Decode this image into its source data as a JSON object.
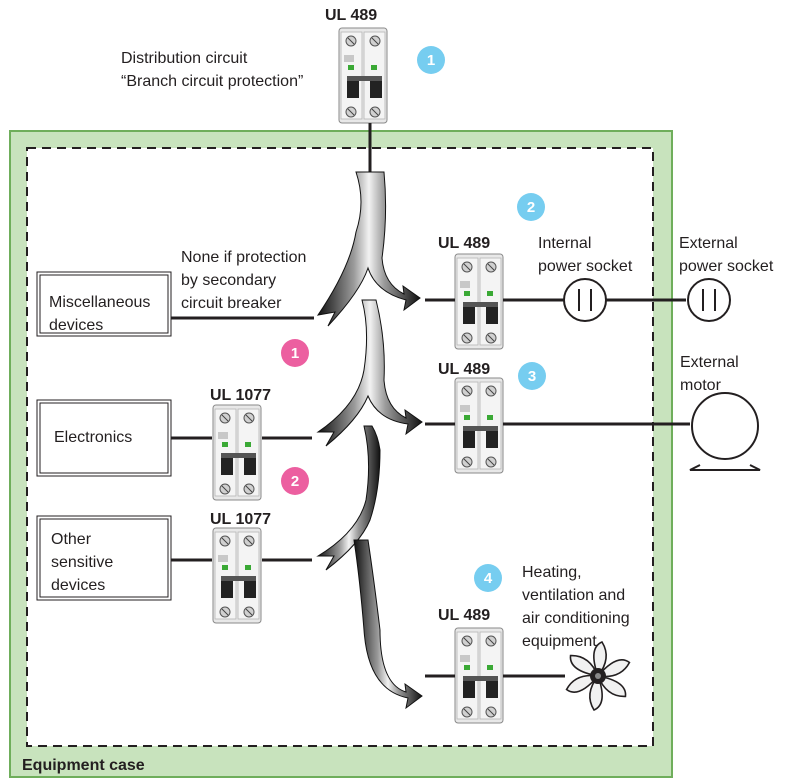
{
  "labels": {
    "top_breaker": "UL 489",
    "distribution_line1": "Distribution circuit",
    "distribution_line2": "“Branch circuit protection”",
    "none_line1": "None if protection",
    "none_line2": "by secondary",
    "none_line3": "circuit breaker",
    "breaker_socket": "UL 489",
    "breaker_motor": "UL 489",
    "breaker_hvac": "UL 489",
    "breaker_electronics": "UL 1077",
    "breaker_other": "UL 1077",
    "internal_socket_line1": "Internal",
    "internal_socket_line2": "power socket",
    "external_socket_line1": "External",
    "external_socket_line2": "power socket",
    "external_motor_line1": "External",
    "external_motor_line2": "motor",
    "hvac_line1": "Heating,",
    "hvac_line2": "ventilation and",
    "hvac_line3": "air conditioning",
    "hvac_line4": "equipment",
    "equipment_case": "Equipment case"
  },
  "devices": {
    "misc_line1": "Miscellaneous",
    "misc_line2": "devices",
    "electronics": "Electronics",
    "other_line1": "Other",
    "other_line2": "sensitive",
    "other_line3": "devices"
  },
  "badges": {
    "blue_1": "1",
    "blue_2": "2",
    "blue_3": "3",
    "blue_4": "4",
    "pink_1": "1",
    "pink_2": "2"
  },
  "colors": {
    "case_fill": "#c8e3bd",
    "case_border": "#6fae5b",
    "blue_badge": "#76cdf0",
    "pink_badge": "#ec5fa0"
  }
}
